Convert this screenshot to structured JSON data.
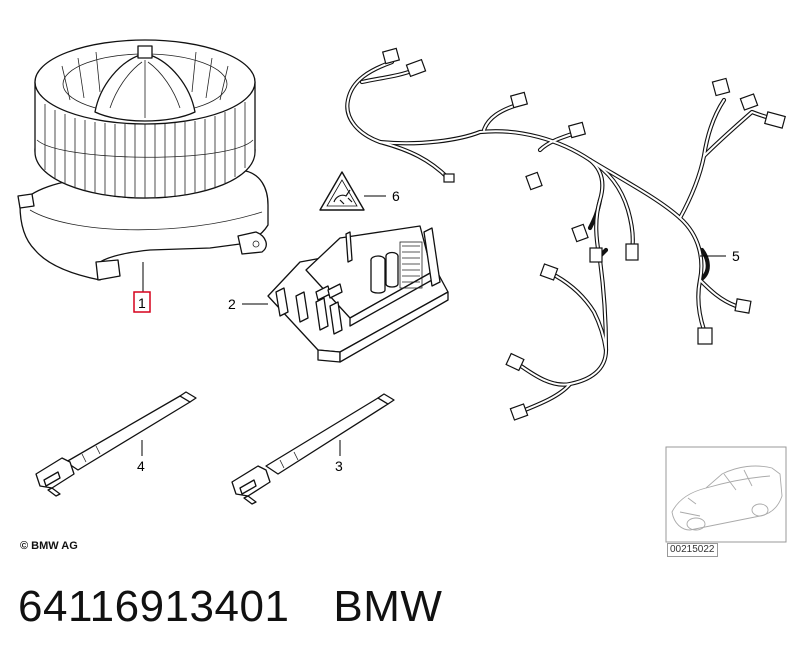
{
  "callouts": {
    "c1": "1",
    "c2": "2",
    "c3": "3",
    "c4": "4",
    "c5": "5",
    "c6": "6"
  },
  "highlight_color": "#d6001c",
  "copyright": "© BMW AG",
  "reference_number": "00215022",
  "part_number": "64116913401",
  "brand": "BMW",
  "icons": [
    "blower-motor",
    "resistor-module",
    "warning-sign",
    "cable-strap",
    "wiring-harness",
    "car-thumbnail"
  ]
}
